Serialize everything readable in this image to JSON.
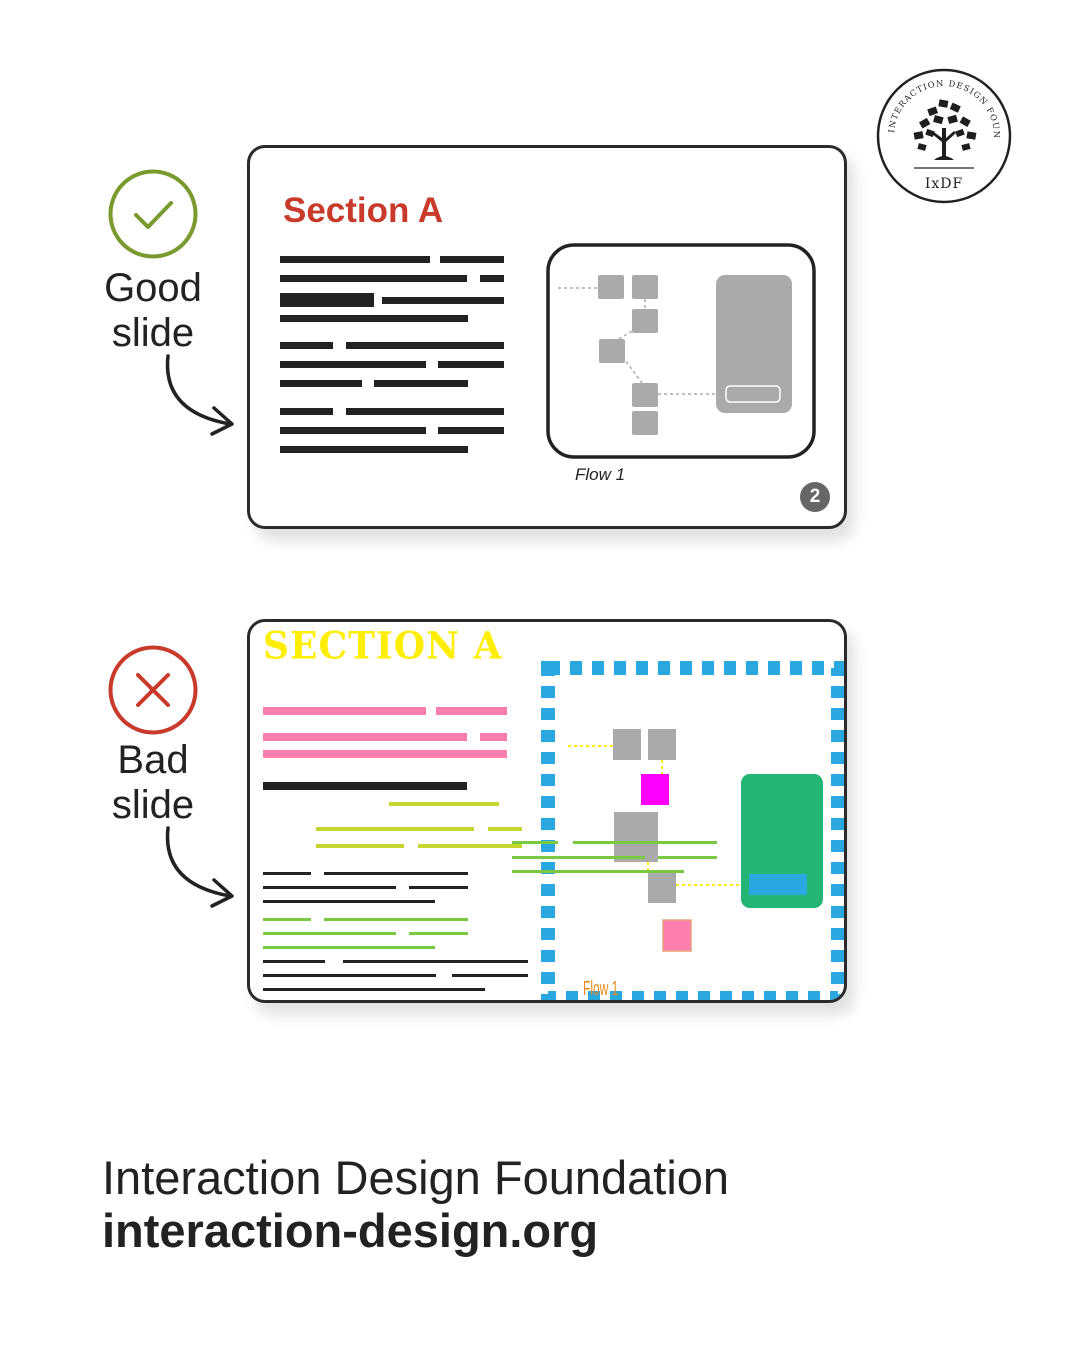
{
  "logo": {
    "ring_text": "INTERACTION DESIGN FOUNDATION",
    "monogram": "IxDF",
    "icon": "tree-of-books-icon"
  },
  "good": {
    "label_line1": "Good",
    "label_line2": "slide",
    "icon": "checkmark-icon",
    "icon_color": "#7a9a2e",
    "slide_title": "Section A",
    "title_color": "#c83a2a",
    "flow_caption": "Flow 1",
    "page_number": "2"
  },
  "bad": {
    "label_line1": "Bad",
    "label_line2": "slide",
    "icon": "cross-icon",
    "icon_color": "#c83a2a",
    "slide_title": "SECTION A",
    "title_color": "#ffee00",
    "flow_caption": "Flow 1",
    "frame_color": "#29a8e0",
    "phone_color": "#23b573"
  },
  "footer": {
    "organization": "Interaction Design Foundation",
    "url": "interaction-design.org"
  }
}
